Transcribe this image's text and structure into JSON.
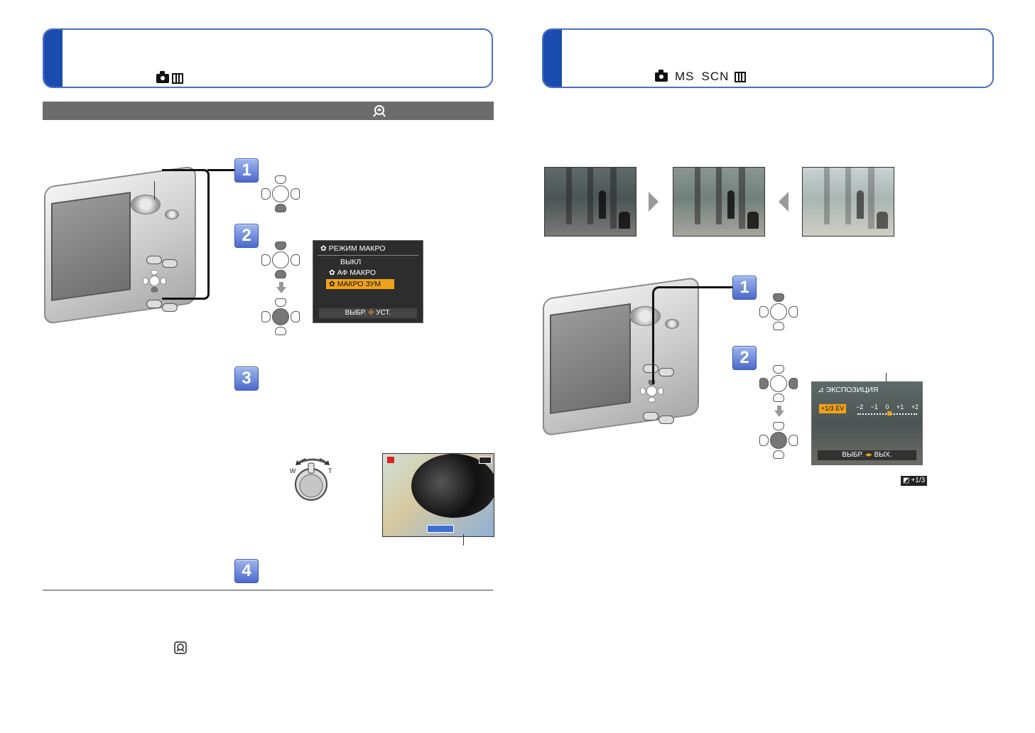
{
  "left_page": {
    "header": {
      "modes": [
        "camera-icon",
        "motion-picture-icon"
      ]
    },
    "section_bar": {
      "icon": "macro-zoom-icon"
    },
    "steps": [
      "1",
      "2",
      "3",
      "4"
    ],
    "macro_menu": {
      "title": "РЕЖИМ МАКРО",
      "options": [
        "ВЫКЛ",
        "АФ МАКРО",
        "МАКРО ЗУМ"
      ],
      "selected": "МАКРО ЗУМ",
      "footer_left": "ВЫБР.",
      "footer_right": "УСТ."
    },
    "zoom_lever": {
      "w": "W",
      "t": "T"
    },
    "footnote_icon": "macro-zoom-small-icon"
  },
  "right_page": {
    "header": {
      "modes": [
        "camera-icon",
        "MS",
        "SCN",
        "motion-picture-icon"
      ]
    },
    "steps": [
      "1",
      "2"
    ],
    "exposure_menu": {
      "title": "ЭКСПОЗИЦИЯ",
      "value_label": "+1/3 EV",
      "scale": [
        "−2",
        "−1",
        "0",
        "+1",
        "+2"
      ],
      "footer_left": "ВЫБР.",
      "footer_right": "ВЫХ."
    },
    "exposure_indicator": "+1/3"
  },
  "colors": {
    "header_border": "#4a6fc4",
    "header_tab": "#1a4cb0",
    "section_bar": "#6c6c6c",
    "menu_highlight": "#f0a21a"
  }
}
